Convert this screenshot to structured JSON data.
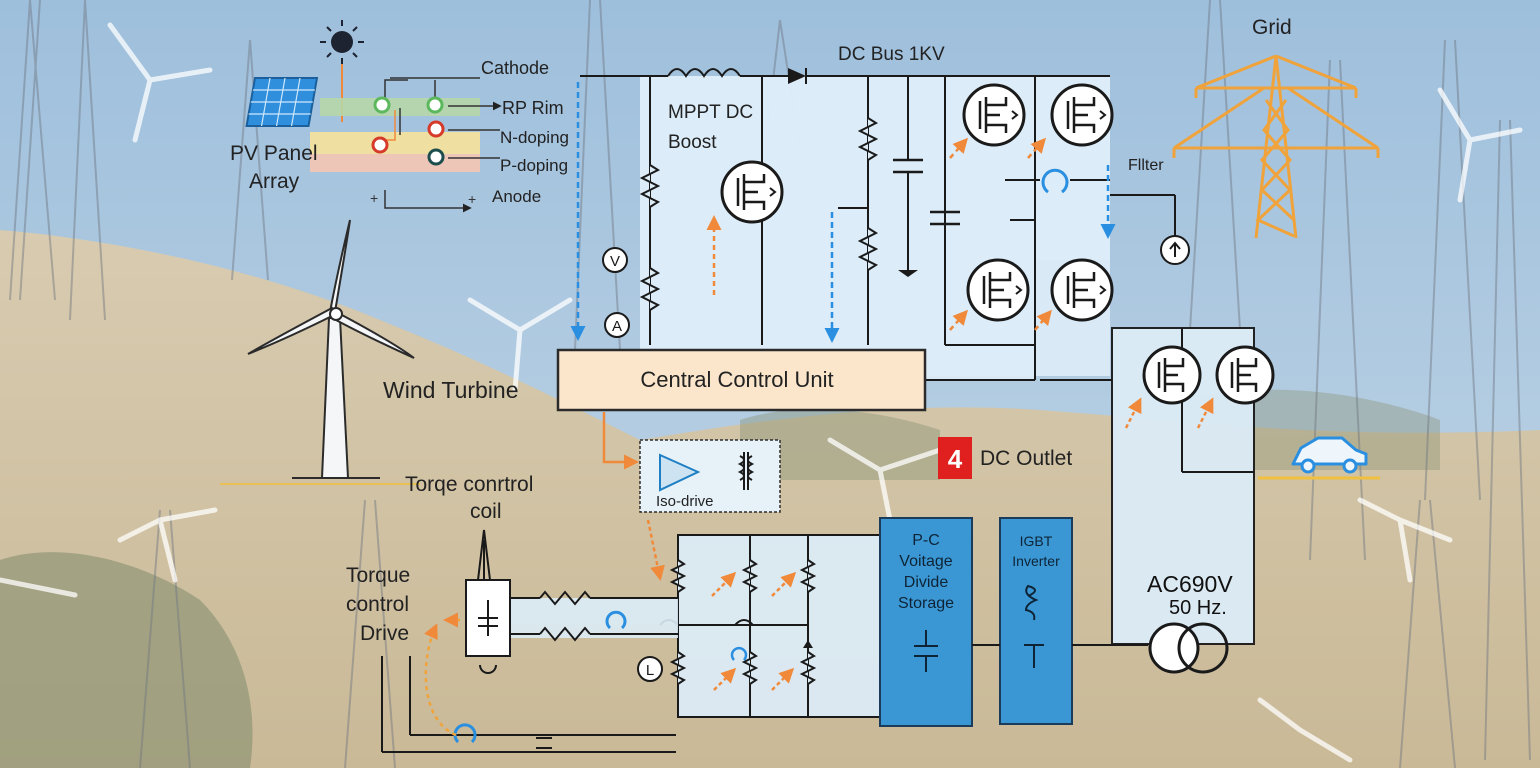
{
  "labels": {
    "dc_bus": "DC Bus 1KV",
    "grid": "Grid",
    "cathode": "Cathode",
    "rp_rim": "RP Rim",
    "n_doping": "N-doping",
    "p_doping": "P-doping",
    "anode": "Anode",
    "pv_panel_line1": "PV Panel",
    "pv_panel_line2": "Array",
    "mppt_line1": "MPPT DC",
    "mppt_line2": "Boost",
    "filter": "Fllter",
    "voltmeter": "V",
    "ammeter": "A",
    "inductor_meter": "L",
    "wind_turbine": "Wind Turbine",
    "central_control": "Central Control Unit",
    "iso_drive": "Iso-drive",
    "dc_outlet_badge": "4",
    "dc_outlet": "DC Outlet",
    "torque_coil_line1": "Torqe conrtrol",
    "torque_coil_line2": "coil",
    "torque_drive_line1": "Torque",
    "torque_drive_line2": "control",
    "torque_drive_line3": "Drive",
    "storage_line1": "P-C",
    "storage_line2": "Voitage",
    "storage_line3": "Divide",
    "storage_line4": "Storage",
    "igbt_line1": "IGBT",
    "igbt_line2": "Inverter",
    "ac_line1": "AC690V",
    "ac_line2": "50 Hz."
  },
  "colors": {
    "sky": "#a9c6de",
    "hill": "#d2c4a8",
    "panel_fill": "#dcecf7",
    "control_unit": "#fbe6cc",
    "storage_blue": "#3a97d4",
    "pylon_orange": "#f0a33a",
    "arrow_orange": "#f08a3a",
    "arrow_blue": "#2a8fe0",
    "badge_red": "#e0201e"
  }
}
